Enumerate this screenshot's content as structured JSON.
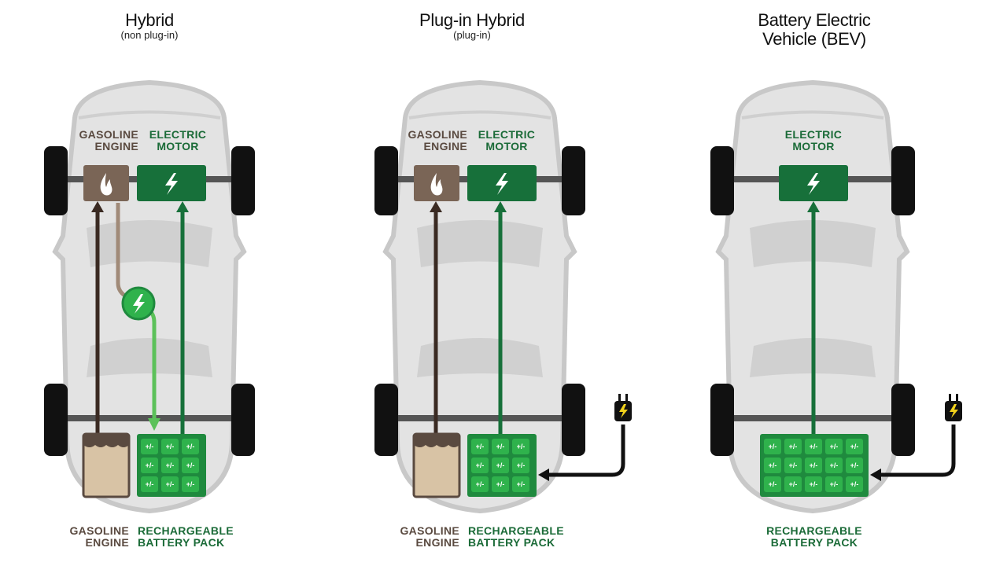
{
  "panels": [
    {
      "title": "Hybrid",
      "subtitle": "(non plug-in)",
      "top_gas_label": [
        "GASOLINE",
        "ENGINE"
      ],
      "top_elec_label": [
        "ELECTRIC",
        "MOTOR"
      ],
      "bottom_gas_label": [
        "GASOLINE",
        "ENGINE"
      ],
      "bottom_elec_label": [
        "RECHARGEABLE",
        "BATTERY PACK"
      ]
    },
    {
      "title": "Plug-in Hybrid",
      "subtitle": "(plug-in)",
      "top_gas_label": [
        "GASOLINE",
        "ENGINE"
      ],
      "top_elec_label": [
        "ELECTRIC",
        "MOTOR"
      ],
      "bottom_gas_label": [
        "GASOLINE",
        "ENGINE"
      ],
      "bottom_elec_label": [
        "RECHARGEABLE",
        "BATTERY PACK"
      ]
    },
    {
      "title_lines": [
        "Battery Electric",
        "Vehicle (BEV)"
      ],
      "top_elec_label": [
        "ELECTRIC",
        "MOTOR"
      ],
      "bottom_elec_label": [
        "RECHARGEABLE",
        "BATTERY PACK"
      ]
    }
  ],
  "battery_cell_text": "+/-",
  "colors": {
    "gas_dark": "#3a2a22",
    "gas_label": "#5a4a40",
    "engine_box": "#7a6556",
    "fuel_tank": "#d8c3a5",
    "electric_green": "#17703a",
    "battery_green": "#1f8a3e",
    "cell_green": "#2fb24c",
    "regen_green": "#5cc15a",
    "car_body": "#e3e3e3",
    "car_outline": "#c8c8c8",
    "wheel": "#111111"
  }
}
